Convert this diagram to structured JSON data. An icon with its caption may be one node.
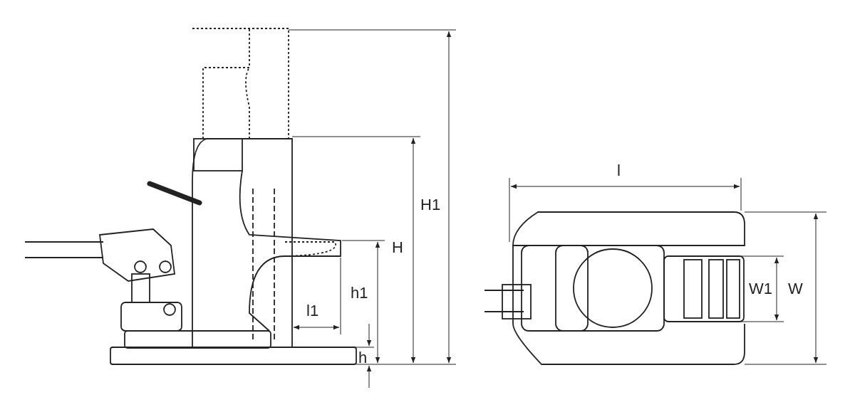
{
  "diagram": {
    "labels": [
      "H1",
      "H",
      "h1",
      "l1",
      "h",
      "l",
      "W1",
      "W"
    ]
  }
}
